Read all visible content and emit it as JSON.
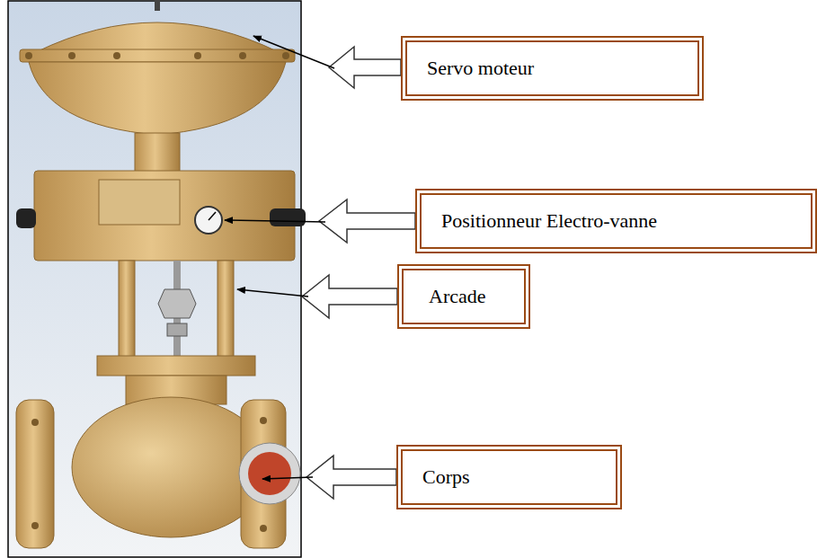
{
  "diagram": {
    "nodes": [
      {
        "text": [
          "Servo moteur"
        ]
      },
      {
        "text": [
          "Positionneur Electro-vanne"
        ]
      },
      {
        "text": [
          "Arcade"
        ]
      },
      {
        "text": [
          "Corps"
        ]
      }
    ]
  }
}
